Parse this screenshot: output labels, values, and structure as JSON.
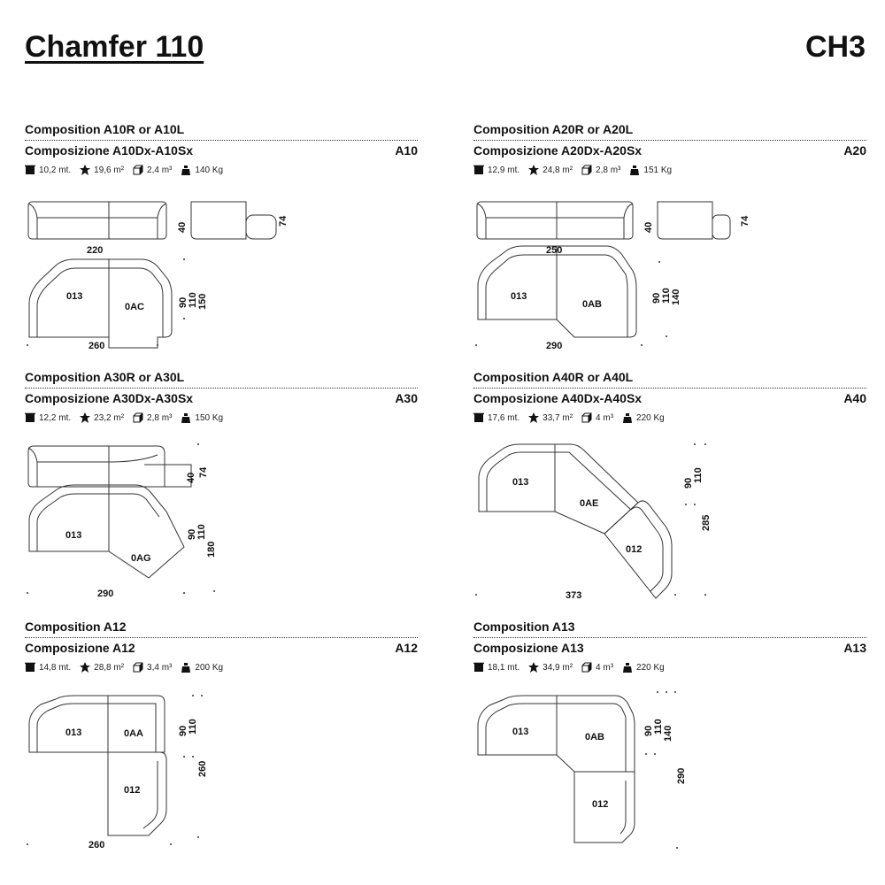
{
  "header": {
    "title": "Chamfer 110",
    "code": "CH3"
  },
  "icons": {
    "fabric": "fabric-icon",
    "leather": "leather-icon",
    "volume": "cube-icon",
    "weight": "weight-icon"
  },
  "compositions": [
    {
      "title": "Composition A10R or A10L",
      "subtitle": "Composizione A10Dx-A10Sx",
      "code": "A10",
      "fabric": "10,2 mt.",
      "leather": "19,6 m²",
      "volume": "2,4 m³",
      "weight": "140 Kg",
      "dims": {
        "width_front": "220",
        "seat": "40",
        "height": "74",
        "d1": "90",
        "d2": "110",
        "d3": "150",
        "width_plan": "260"
      },
      "modules": [
        "013",
        "0AC"
      ]
    },
    {
      "title": "Composition A20R or A20L",
      "subtitle": "Composizione A20Dx-A20Sx",
      "code": "A20",
      "fabric": "12,9 mt.",
      "leather": "24,8 m²",
      "volume": "2,8 m³",
      "weight": "151 Kg",
      "dims": {
        "width_front": "250",
        "seat": "40",
        "height": "74",
        "d1": "90",
        "d2": "110",
        "d3": "140",
        "width_plan": "290"
      },
      "modules": [
        "013",
        "0AB"
      ]
    },
    {
      "title": "Composition A30R or A30L",
      "subtitle": "Composizione A30Dx-A30Sx",
      "code": "A30",
      "fabric": "12,2 mt.",
      "leather": "23,2 m²",
      "volume": "2,8 m³",
      "weight": "150 Kg",
      "dims": {
        "seat": "40",
        "height": "74",
        "d1": "90",
        "d2": "110",
        "d3": "180",
        "width_plan": "290"
      },
      "modules": [
        "013",
        "0AG"
      ]
    },
    {
      "title": "Composition A40R or A40L",
      "subtitle": "Composizione A40Dx-A40Sx",
      "code": "A40",
      "fabric": "17,6 mt.",
      "leather": "33,7 m²",
      "volume": "4 m³",
      "weight": "220 Kg",
      "dims": {
        "d1": "90",
        "d2": "110",
        "d3": "285",
        "width_plan": "373"
      },
      "modules": [
        "013",
        "0AE",
        "012"
      ]
    },
    {
      "title": "Composition A12",
      "subtitle": "Composizione A12",
      "code": "A12",
      "fabric": "14,8 mt.",
      "leather": "28,8 m²",
      "volume": "3,4 m³",
      "weight": "200 Kg",
      "dims": {
        "d1": "90",
        "d2": "110",
        "d3": "260",
        "width_plan": "260"
      },
      "modules": [
        "013",
        "0AA",
        "012"
      ]
    },
    {
      "title": "Composition A13",
      "subtitle": "Composizione A13",
      "code": "A13",
      "fabric": "18,1 mt.",
      "leather": "34,9 m²",
      "volume": "4 m³",
      "weight": "220 Kg",
      "dims": {
        "d1": "90",
        "d2": "110",
        "d3": "140",
        "d4": "290"
      },
      "modules": [
        "013",
        "0AB",
        "012"
      ]
    }
  ]
}
